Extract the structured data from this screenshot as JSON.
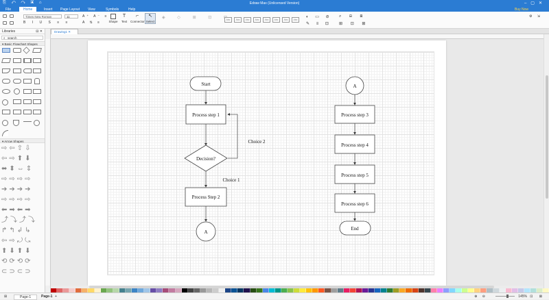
{
  "app": {
    "title": "Edraw Max (Unlicensed Version)",
    "buy_now": "Buy Now"
  },
  "menu": [
    "File",
    "Home",
    "Insert",
    "Page Layout",
    "View",
    "Symbols",
    "Help"
  ],
  "ribbon": {
    "font_name": "Times New Roman",
    "font_size": "11",
    "tools": [
      "Shape",
      "Text",
      "Connector",
      "Select"
    ],
    "style_swatch_label": "Abc"
  },
  "sidebar": {
    "header": "Libraries",
    "search_label": "search",
    "categories": [
      "Basic Flowchart Shapes",
      "Arrow Shapes"
    ]
  },
  "document": {
    "tab_label": "Drawing1"
  },
  "flowchart": {
    "start": "Start",
    "step1": "Process step 1",
    "decision": "Decision?",
    "choice1": "Choice 1",
    "choice2": "Choice 2",
    "step2": "Process Step 2",
    "connector_a": "A",
    "connector_a2": "A",
    "step3": "Process step 3",
    "step4": "Process step 4",
    "step5": "Process step 5",
    "step6": "Process step 6",
    "end": "End"
  },
  "palette": [
    "#c00000",
    "#e06666",
    "#ea9999",
    "#f4cccc",
    "#e06c3c",
    "#f6b26b",
    "#ffd966",
    "#fff2cc",
    "#6aa84f",
    "#93c47d",
    "#b6d7a8",
    "#45818e",
    "#76a5af",
    "#3d85c6",
    "#6fa8dc",
    "#9fc5e8",
    "#674ea7",
    "#8e7cc3",
    "#a64d79",
    "#c27ba0",
    "#d5a6bd",
    "#000000",
    "#434343",
    "#666666",
    "#999999",
    "#b7b7b7",
    "#cccccc",
    "#efefef",
    "#1c4587",
    "#0b5394",
    "#073763",
    "#20124d",
    "#274e13",
    "#38761d",
    "#4a86e8",
    "#00bcd4",
    "#009688",
    "#4caf50",
    "#8bc34a",
    "#cddc39",
    "#ffeb3b",
    "#ffc107",
    "#ff9800",
    "#ff5722",
    "#795548",
    "#9e9e9e",
    "#607d8b",
    "#e91e63",
    "#f44336",
    "#ad1457",
    "#6a1b9a",
    "#283593",
    "#1565c0",
    "#00838f",
    "#2e7d32",
    "#9e9d24",
    "#f9a825",
    "#ef6c00",
    "#d84315",
    "#4e342e",
    "#37474f",
    "#ff80ab",
    "#ea80fc",
    "#8c9eff",
    "#80d8ff",
    "#a7ffeb",
    "#ccff90",
    "#ffff8d",
    "#ffd180",
    "#ff9e80",
    "#b0bec5",
    "#cfd8dc",
    "#eceff1",
    "#f8bbd0",
    "#e1bee7",
    "#c5cae9",
    "#b3e5fc",
    "#b2dfdb",
    "#dcedc8",
    "#fff9c4"
  ],
  "status": {
    "page_selector": "Page-1",
    "page_tab": "Page-1",
    "zoom": "145%"
  }
}
